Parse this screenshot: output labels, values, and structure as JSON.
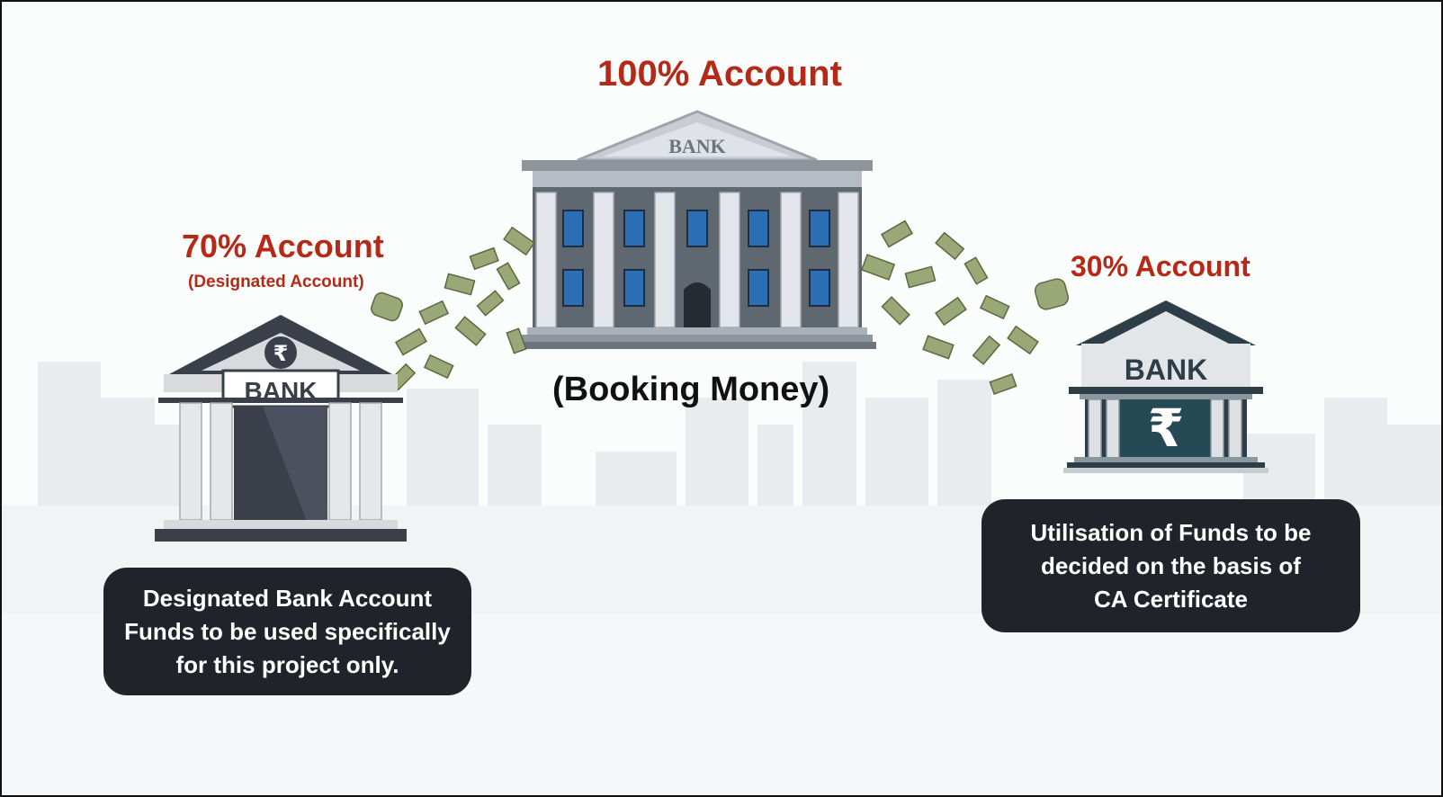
{
  "center": {
    "heading": "100% Account",
    "bank_sign": "BANK",
    "caption": "(Booking Money)"
  },
  "left": {
    "heading": "70% Account",
    "subheading": "(Designated Account)",
    "bank_sign": "BANK",
    "currency_symbol": "₹",
    "description_lines": [
      "Designated Bank Account",
      "Funds to be used specifically",
      "for this project only."
    ]
  },
  "right": {
    "heading": "30% Account",
    "bank_sign": "BANK",
    "currency_symbol": "₹",
    "description_lines": [
      "Utilisation of Funds to be",
      "decided on the basis of",
      "CA Certificate"
    ]
  },
  "colors": {
    "heading_red": "#b52a17",
    "box_dark": "#20242a",
    "note_green": "#9aa878"
  },
  "icons": [
    "bank-building-icon",
    "rupee-icon",
    "banknote-icon"
  ]
}
